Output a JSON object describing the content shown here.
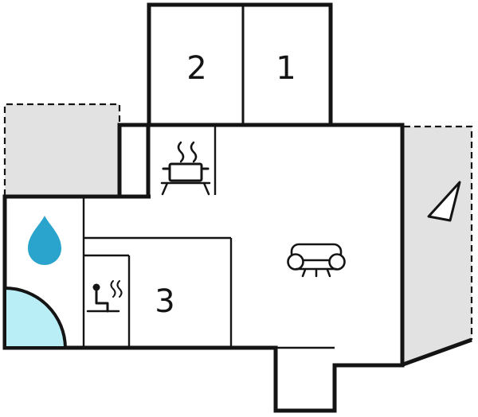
{
  "plan": {
    "type": "floor-plan",
    "rooms": [
      {
        "label": "1"
      },
      {
        "label": "2"
      },
      {
        "label": "3"
      }
    ],
    "icons": {
      "stove": "stove-pot-icon",
      "water": "water-drop-icon",
      "sauna": "sauna-icon",
      "sofa": "sofa-icon",
      "north": "north-arrow-icon",
      "bath": "corner-bath-icon"
    },
    "colors": {
      "background": "#ffffff",
      "wall": "#141414",
      "terrace_fill": "#e2e2e2",
      "bath_fill": "#b9eef7",
      "drop_fill": "#2aa4cd",
      "label": "#141414"
    }
  }
}
